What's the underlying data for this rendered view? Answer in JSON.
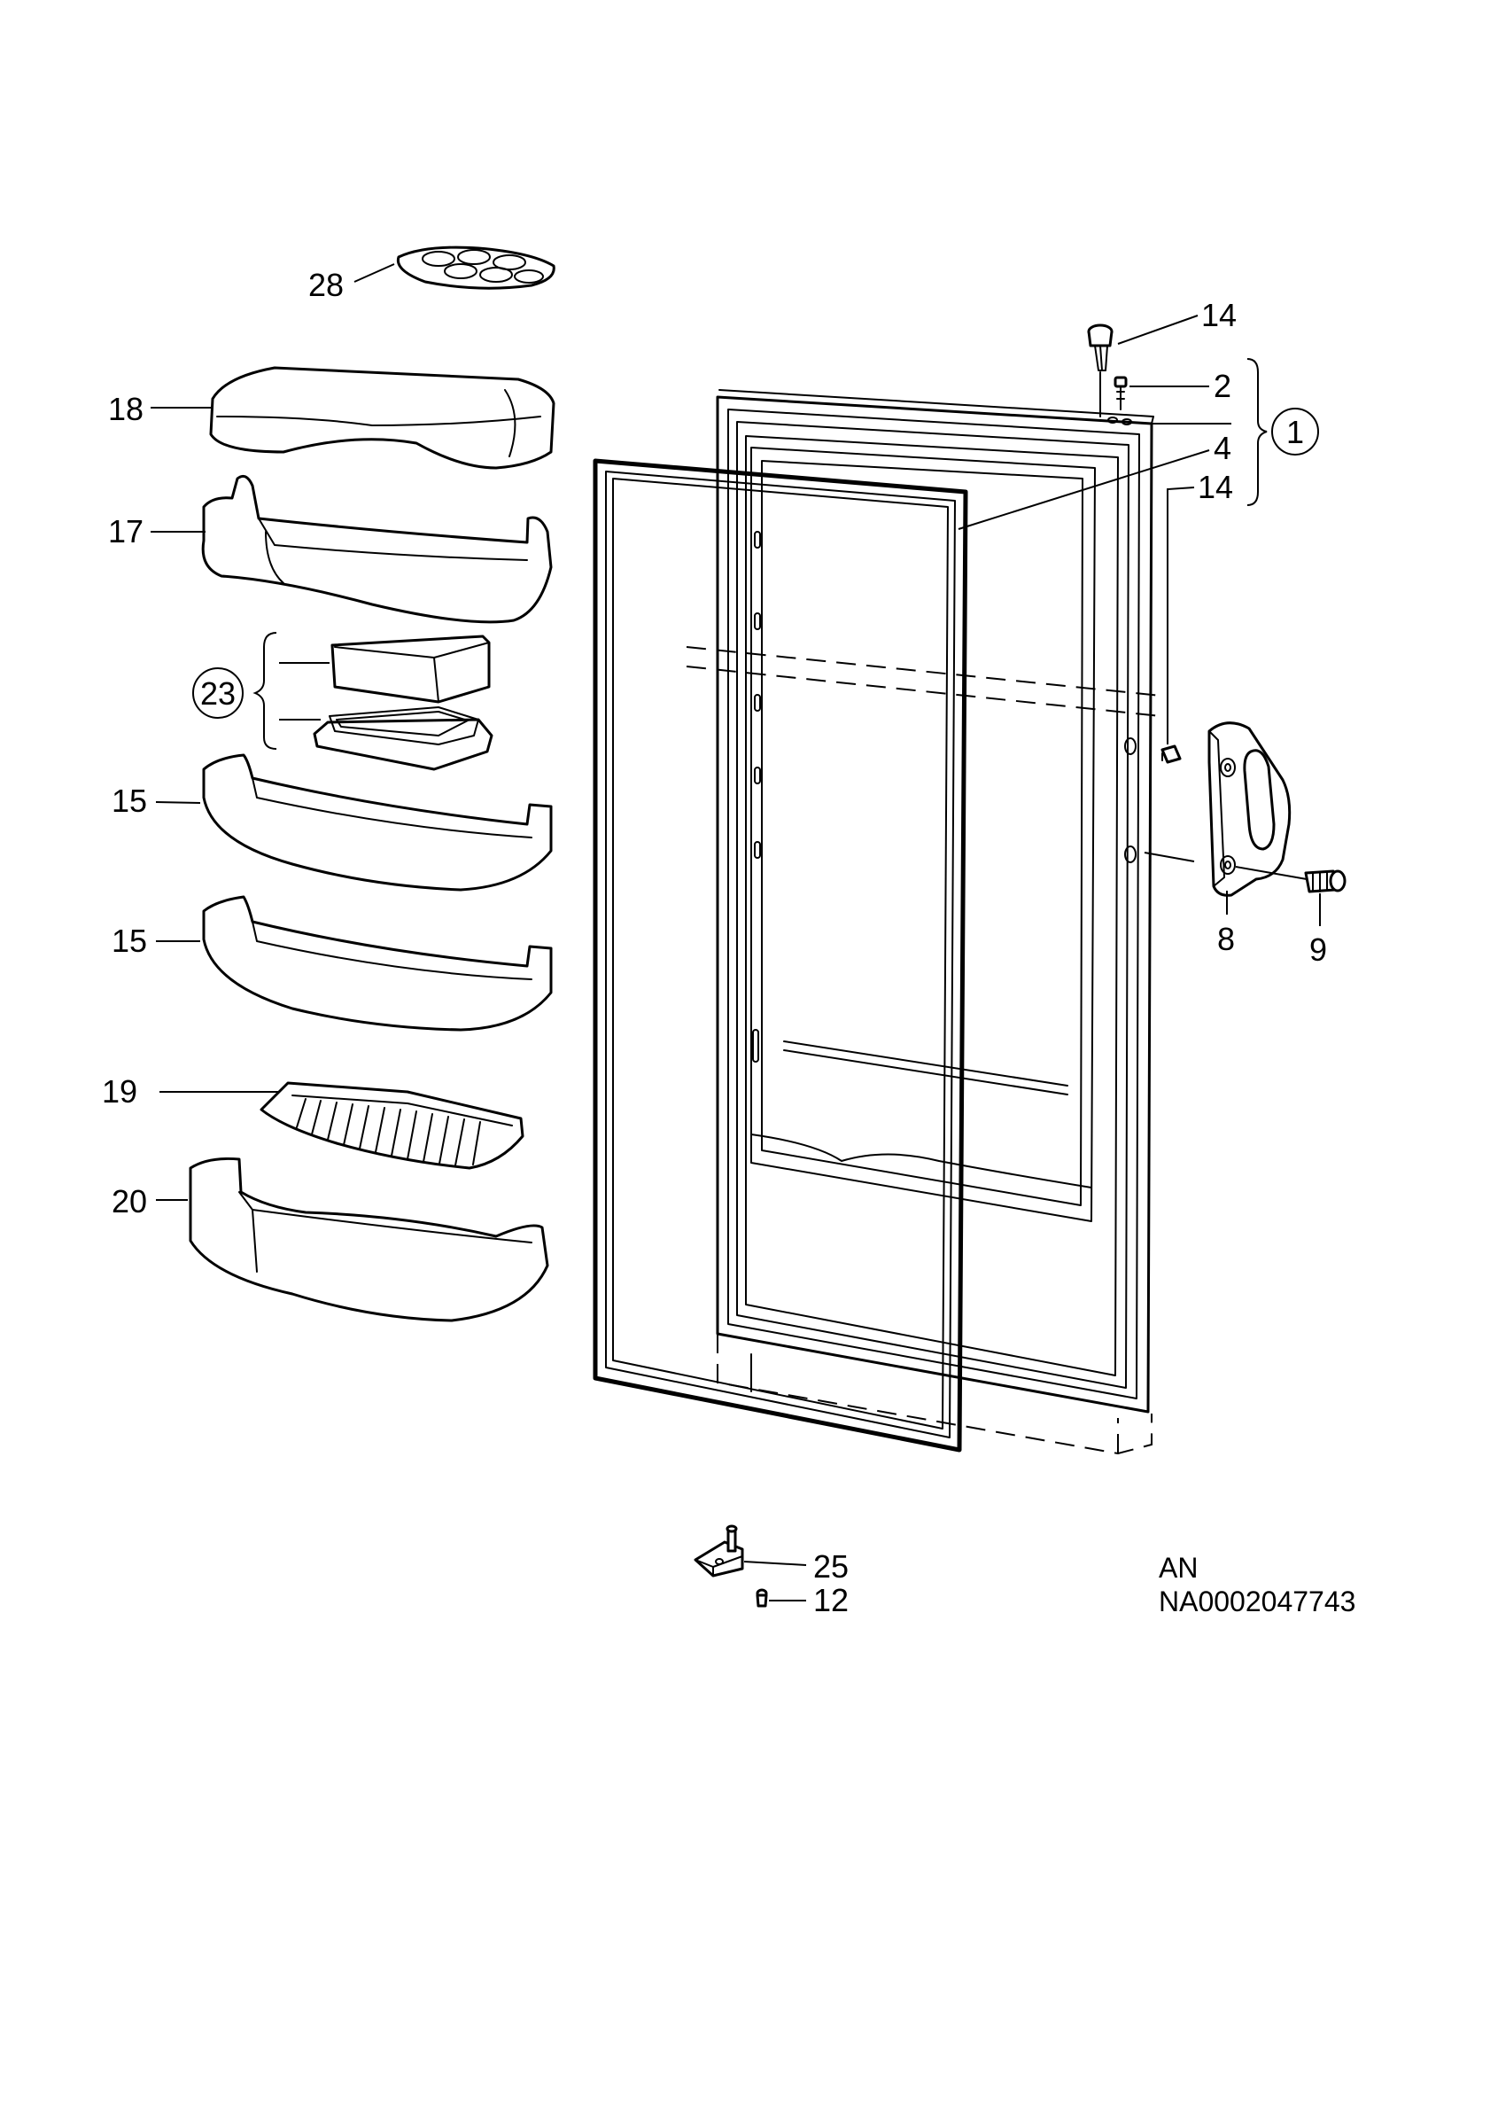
{
  "callouts": {
    "c28": "28",
    "c18": "18",
    "c17": "17",
    "c23": "23",
    "c15a": "15",
    "c15b": "15",
    "c19": "19",
    "c20": "20",
    "c14a": "14",
    "c2": "2",
    "c1": "1",
    "c4": "4",
    "c14b": "14",
    "c8": "8",
    "c9": "9",
    "c25": "25",
    "c12": "12"
  },
  "footer": {
    "line1": "AN",
    "line2": "NA0002047743"
  }
}
